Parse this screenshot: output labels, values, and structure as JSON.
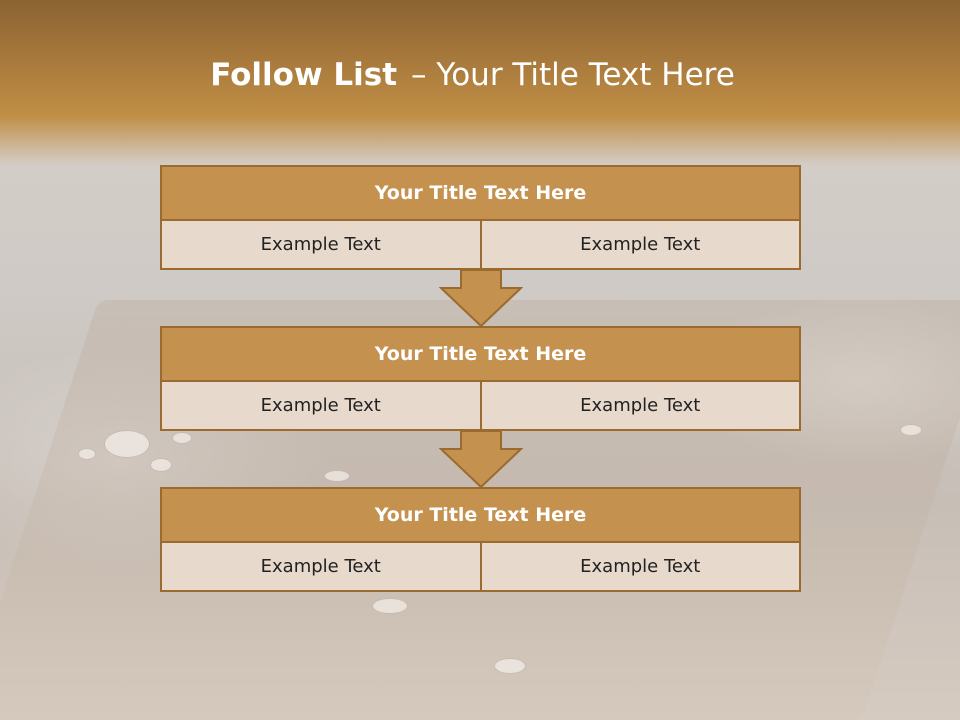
{
  "slide": {
    "title_bold": "Follow List",
    "title_rest": "– Your Title Text Here"
  },
  "blocks": [
    {
      "title": "Your Title Text Here",
      "left": "Example Text",
      "right": "Example Text"
    },
    {
      "title": "Your Title Text Here",
      "left": "Example Text",
      "right": "Example Text"
    },
    {
      "title": "Your Title Text Here",
      "left": "Example Text",
      "right": "Example Text"
    }
  ],
  "colors": {
    "header_brown": "#a3753a",
    "title_fill": "#c4914f",
    "cell_fill": "#e7d9cc",
    "border": "#9b6a2f"
  }
}
